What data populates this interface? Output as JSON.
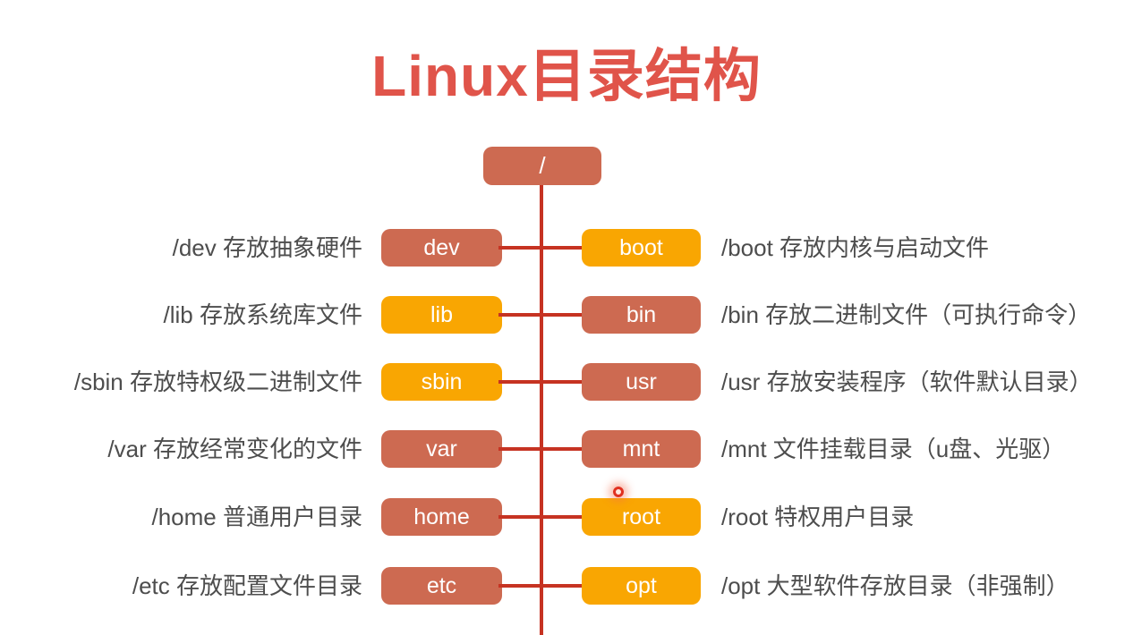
{
  "title": "Linux目录结构",
  "colors": {
    "terracotta": "#CD6A51",
    "orange": "#F9A602",
    "connector": "#C63322",
    "title": "#E0544A",
    "description_text": "#4D4D4D",
    "node_text": "#FFFFFF"
  },
  "root": {
    "label": "/",
    "color": "terracotta"
  },
  "rows": [
    {
      "left_label": "/dev 存放抽象硬件",
      "left_node": "dev",
      "left_color": "terracotta",
      "right_node": "boot",
      "right_color": "orange",
      "right_label": "/boot 存放内核与启动文件"
    },
    {
      "left_label": "/lib 存放系统库文件",
      "left_node": "lib",
      "left_color": "orange",
      "right_node": "bin",
      "right_color": "terracotta",
      "right_label": "/bin 存放二进制文件（可执行命令）"
    },
    {
      "left_label": "/sbin 存放特权级二进制文件",
      "left_node": "sbin",
      "left_color": "orange",
      "right_node": "usr",
      "right_color": "terracotta",
      "right_label": "/usr 存放安装程序（软件默认目录）"
    },
    {
      "left_label": "/var 存放经常变化的文件",
      "left_node": "var",
      "left_color": "terracotta",
      "right_node": "mnt",
      "right_color": "terracotta",
      "right_label": "/mnt 文件挂载目录（u盘、光驱）"
    },
    {
      "left_label": "/home 普通用户目录",
      "left_node": "home",
      "left_color": "terracotta",
      "right_node": "root",
      "right_color": "orange",
      "right_label": "/root 特权用户目录"
    },
    {
      "left_label": "/etc 存放配置文件目录",
      "left_node": "etc",
      "left_color": "terracotta",
      "right_node": "opt",
      "right_color": "orange",
      "right_label": "/opt 大型软件存放目录（非强制）"
    }
  ]
}
